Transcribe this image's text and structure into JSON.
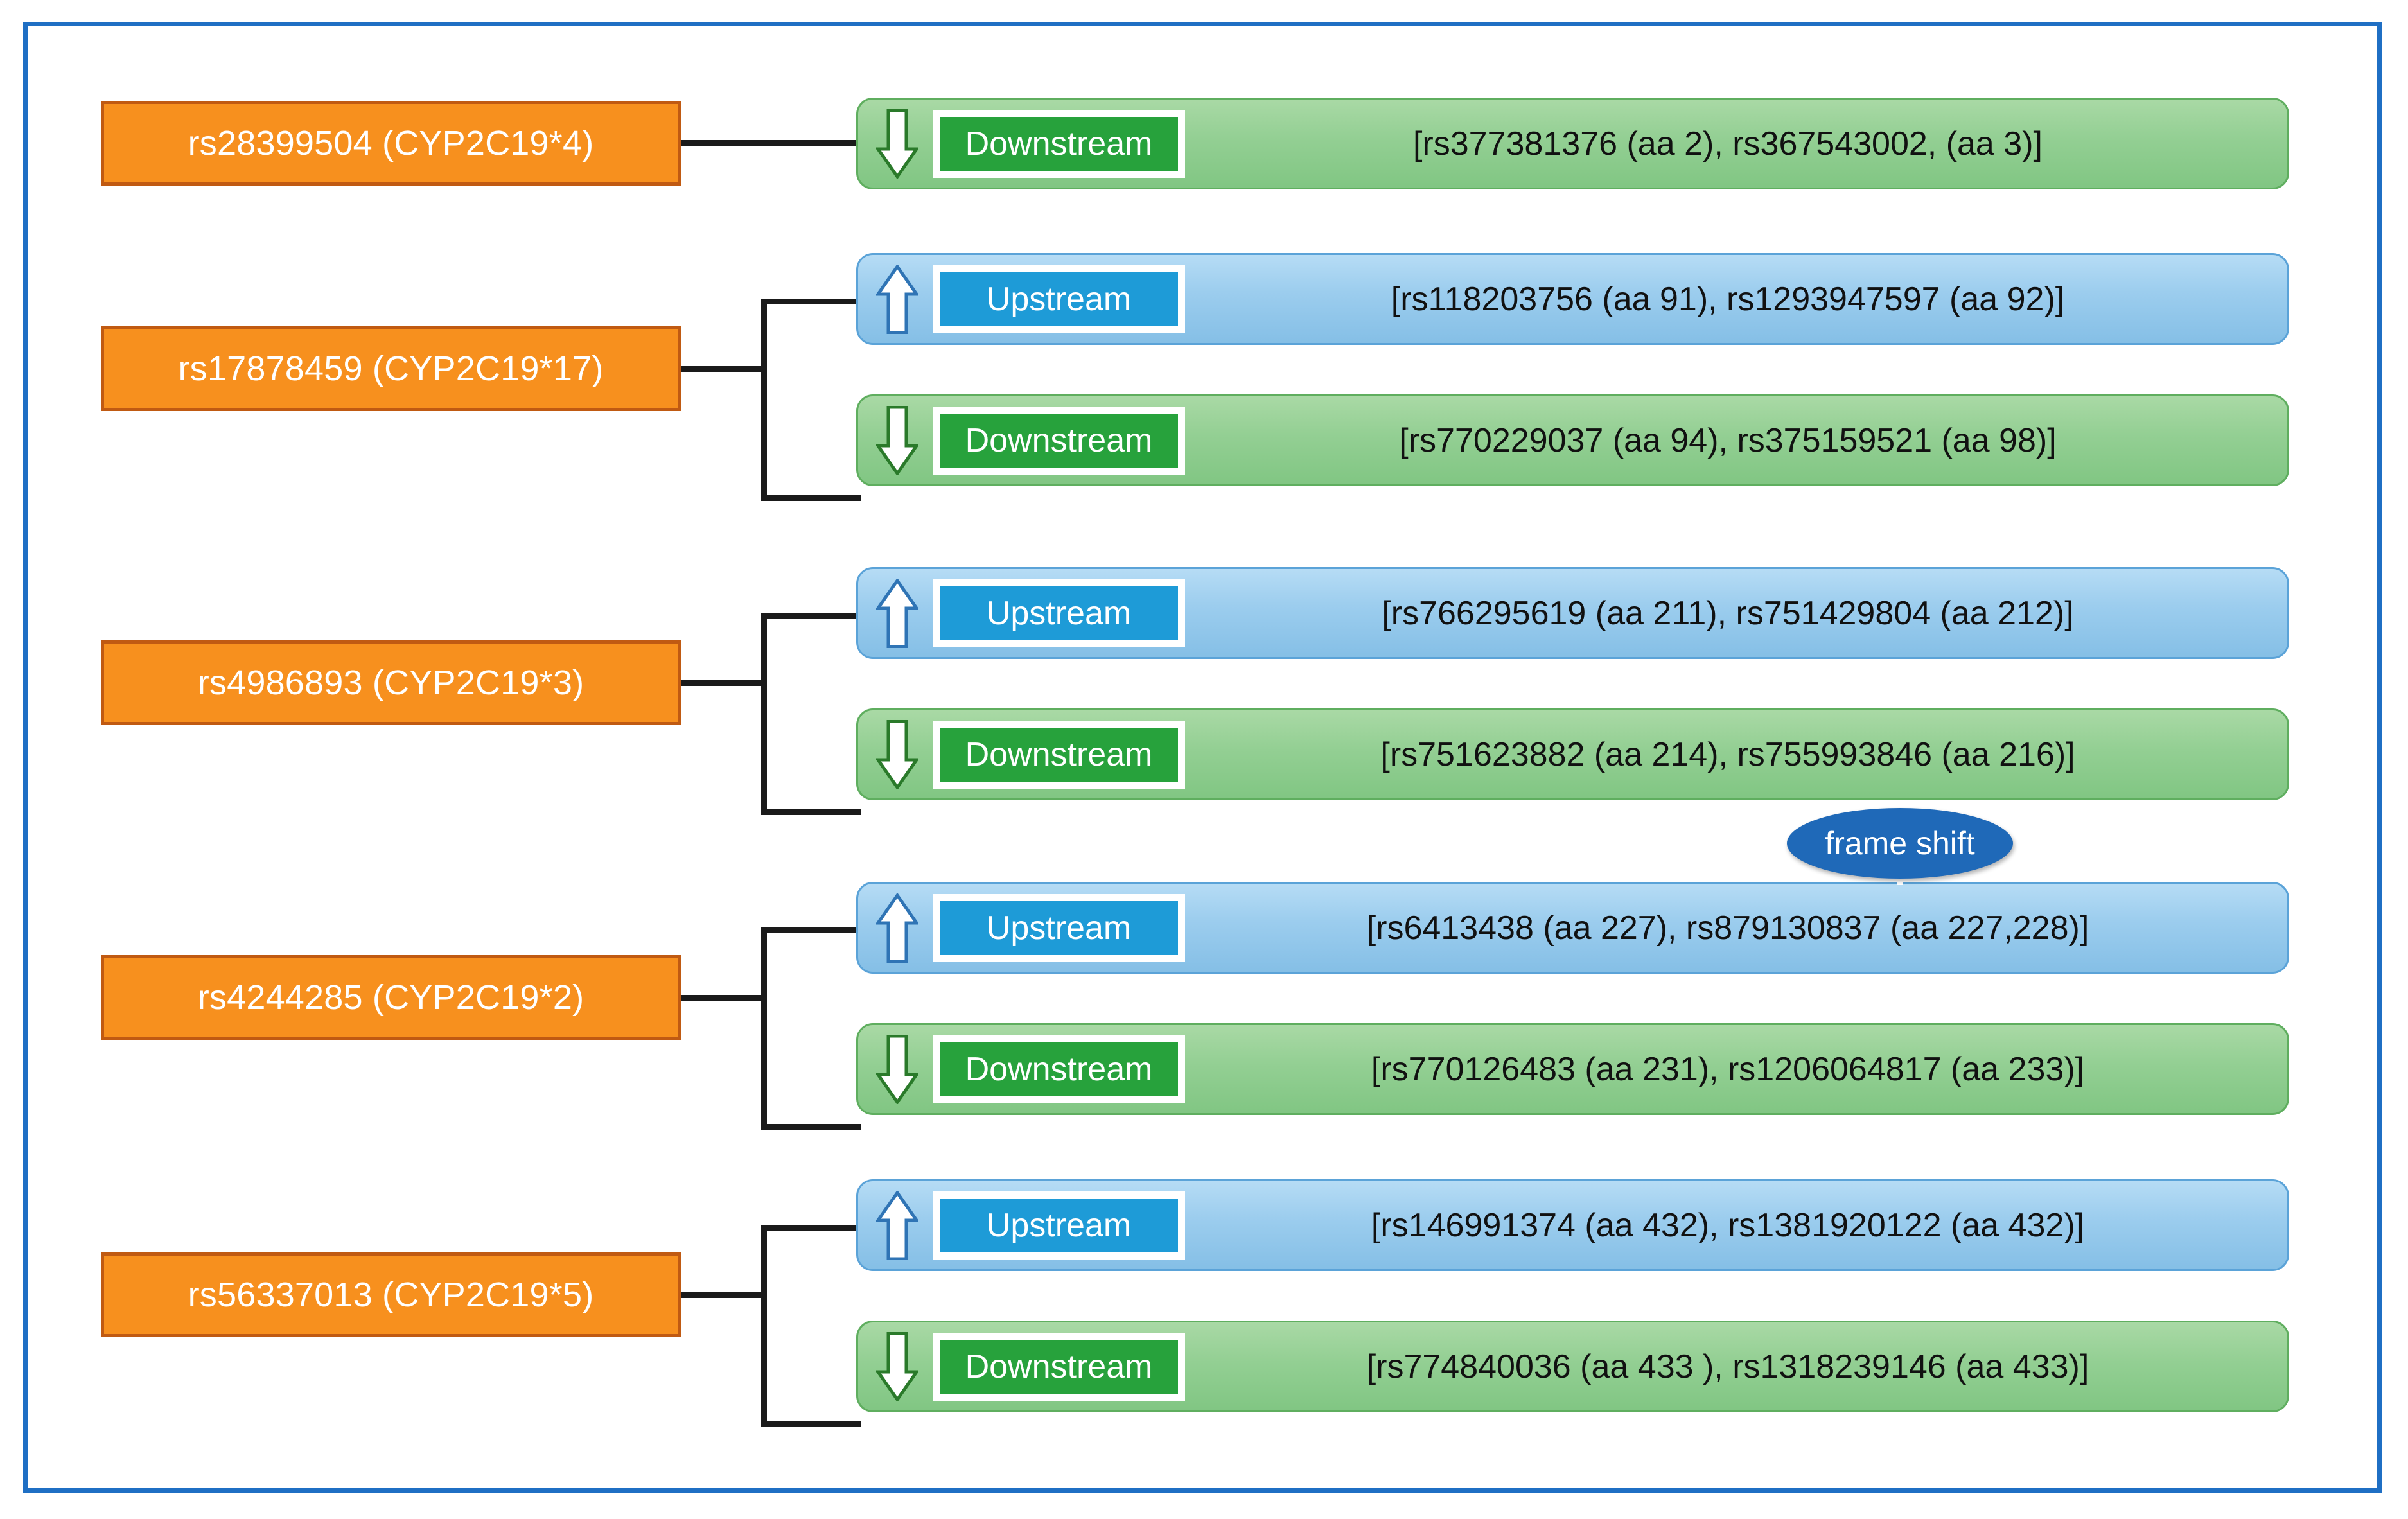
{
  "figure": {
    "frame_color": "#1f6fc4",
    "orange_color": "#f7901e",
    "upstream_color": "#9ccdee",
    "downstream_color": "#93cf93",
    "callout_color": "#1f69b8"
  },
  "groups": [
    {
      "variant_label": "rs28399504 (CYP2C19*4)",
      "rows": [
        {
          "direction": "Downstream",
          "icon": "arrow-down-icon",
          "detail": "[rs377381376 (aa 2), rs367543002, (aa 3)]"
        }
      ]
    },
    {
      "variant_label": "rs17878459 (CYP2C19*17)",
      "rows": [
        {
          "direction": "Upstream",
          "icon": "arrow-up-icon",
          "detail": "[rs118203756 (aa 91), rs1293947597 (aa 92)]"
        },
        {
          "direction": "Downstream",
          "icon": "arrow-down-icon",
          "detail": "[rs770229037 (aa 94), rs375159521 (aa 98)]"
        }
      ]
    },
    {
      "variant_label": "rs4986893 (CYP2C19*3)",
      "rows": [
        {
          "direction": "Upstream",
          "icon": "arrow-up-icon",
          "detail": "[rs766295619 (aa 211), rs751429804 (aa 212)]"
        },
        {
          "direction": "Downstream",
          "icon": "arrow-down-icon",
          "detail": "[rs751623882 (aa 214), rs755993846 (aa 216)]"
        }
      ]
    },
    {
      "variant_label": "rs4244285 (CYP2C19*2)",
      "rows": [
        {
          "direction": "Upstream",
          "icon": "arrow-up-icon",
          "detail": "[rs6413438 (aa 227), rs879130837 (aa 227,228)]"
        },
        {
          "direction": "Downstream",
          "icon": "arrow-down-icon",
          "detail": "[rs770126483 (aa 231), rs1206064817 (aa 233)]"
        }
      ]
    },
    {
      "variant_label": "rs56337013 (CYP2C19*5)",
      "rows": [
        {
          "direction": "Upstream",
          "icon": "arrow-up-icon",
          "detail": "[rs146991374 (aa 432), rs1381920122 (aa 432)]"
        },
        {
          "direction": "Downstream",
          "icon": "arrow-down-icon",
          "detail": "[rs774840036 (aa 433 ), rs1318239146 (aa 433)]"
        }
      ]
    }
  ],
  "callout": {
    "label": "frame shift"
  }
}
